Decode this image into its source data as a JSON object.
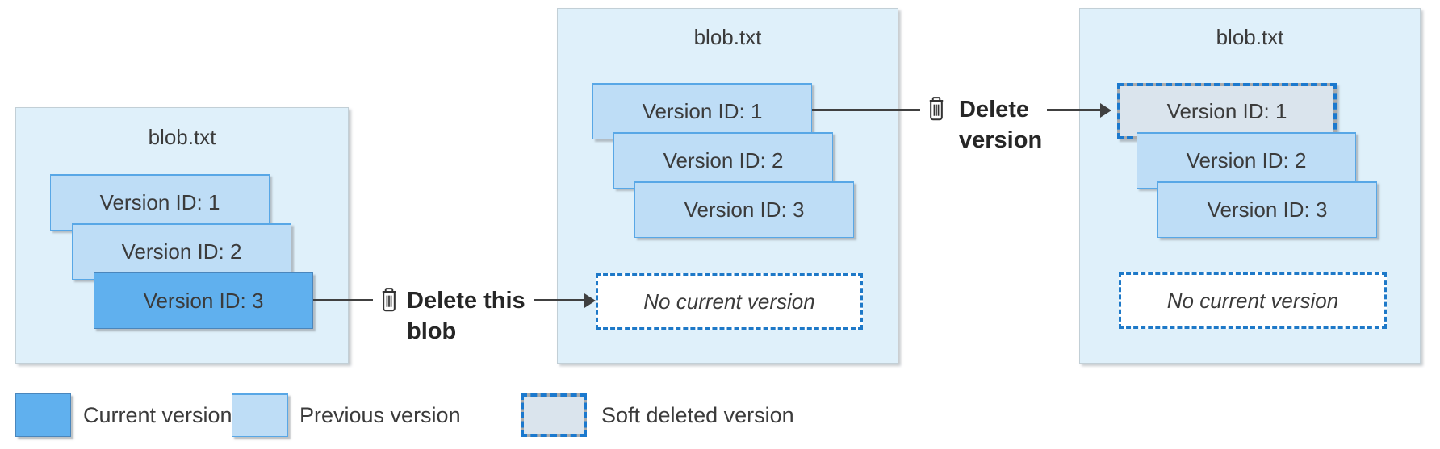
{
  "colors": {
    "panel_bg": "#DFF0FA",
    "panel_border": "#C2CFD6",
    "previous_fill": "#BEDDF6",
    "previous_border": "#58A7E6",
    "current_fill": "#60B0EE",
    "current_border": "#4A86BC",
    "soft_fill": "#DAE4ED",
    "soft_border_gray": "#ABABAB",
    "soft_border_blue": "#1B79CE",
    "dashed_border": "#1E79C8",
    "arrow": "#404040",
    "text": "#3B3B3B",
    "label_text": "#262626"
  },
  "panels": [
    {
      "title": "blob.txt",
      "versions": [
        {
          "label": "Version ID: 1",
          "state": "previous"
        },
        {
          "label": "Version ID: 2",
          "state": "previous"
        },
        {
          "label": "Version ID: 3",
          "state": "current"
        }
      ]
    },
    {
      "title": "blob.txt",
      "versions": [
        {
          "label": "Version ID: 1",
          "state": "previous"
        },
        {
          "label": "Version ID: 2",
          "state": "previous"
        },
        {
          "label": "Version ID: 3",
          "state": "previous"
        }
      ],
      "placeholder": "No current version"
    },
    {
      "title": "blob.txt",
      "versions": [
        {
          "label": "Version ID: 1",
          "state": "soft-deleted"
        },
        {
          "label": "Version ID: 2",
          "state": "previous"
        },
        {
          "label": "Version ID: 3",
          "state": "previous"
        }
      ],
      "placeholder": "No current version"
    }
  ],
  "actions": [
    {
      "line1": "Delete this",
      "line2": "blob"
    },
    {
      "line1": "Delete",
      "line2": "version"
    }
  ],
  "legend": [
    {
      "label": "Current version",
      "swatch": "current"
    },
    {
      "label": "Previous version",
      "swatch": "previous"
    },
    {
      "label": "Soft deleted version",
      "swatch": "soft"
    }
  ]
}
